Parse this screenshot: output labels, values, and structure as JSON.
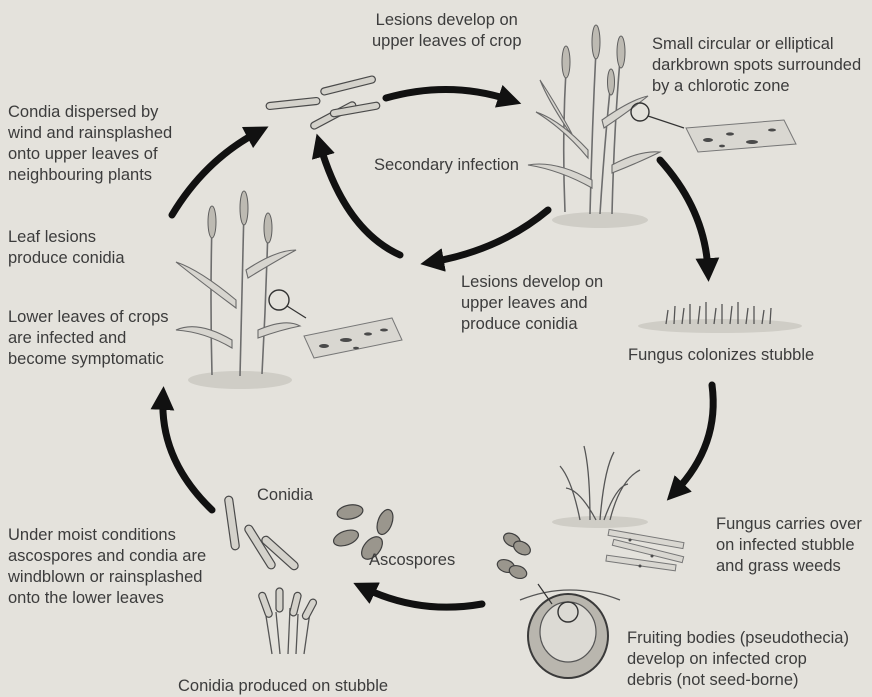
{
  "labels": {
    "lesions_upper_crop": "Lesions develop on\nupper leaves of crop",
    "small_spots": "Small circular or elliptical\ndarkbrown spots surrounded\nby a chlorotic zone",
    "condia_dispersed": "Condia dispersed by\nwind and rainsplashed\nonto upper leaves of\nneighbouring plants",
    "secondary_infection": "Secondary infection",
    "leaf_lesions": "Leaf lesions\nproduce conidia",
    "lesions_upper_produce": "Lesions develop on\nupper leaves and\nproduce conidia",
    "lower_leaves": "Lower leaves of crops\nare infected and\nbecome symptomatic",
    "fungus_colonizes": "Fungus colonizes stubble",
    "conidia": "Conidia",
    "ascospores": "Ascospores",
    "under_moist": "Under moist conditions\nascospores and condia are\nwindblown or rainsplashed\nonto the lower leaves",
    "fungus_carries": "Fungus carries over\non infected stubble\nand grass weeds",
    "fruiting_bodies": "Fruiting bodies (pseudothecia)\ndevelop on infected crop\ndebris (not seed-borne)",
    "conidia_produced": "Conidia produced on stubble"
  },
  "colors": {
    "background": "#e4e2dc",
    "text": "#3c3c3c",
    "arrow": "#111111"
  }
}
